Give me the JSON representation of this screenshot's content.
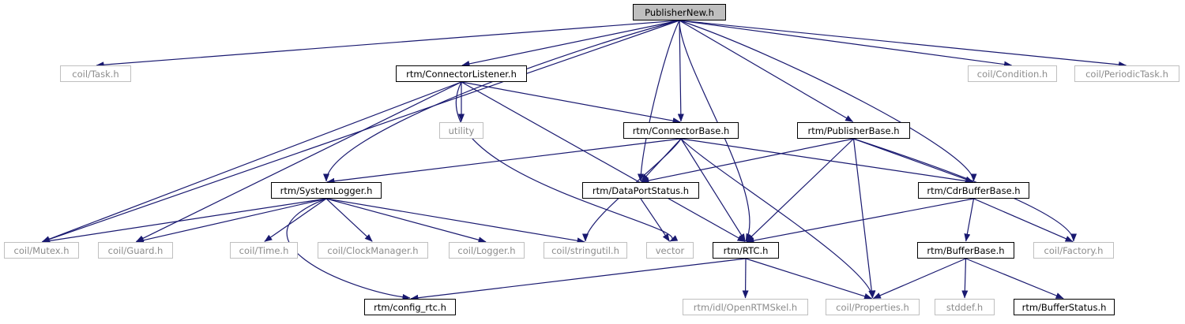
{
  "diagram": {
    "edge_color": "#191970",
    "root_fill": "#bfbfbf",
    "external_border": "#bfbfbf",
    "external_text": "#8c8c8c",
    "nodes": {
      "publishernew_h": "PublisherNew.h",
      "coil_task_h": "coil/Task.h",
      "rtm_connectorlistener_h": "rtm/ConnectorListener.h",
      "coil_condition_h": "coil/Condition.h",
      "coil_periodictask_h": "coil/PeriodicTask.h",
      "utility": "utility",
      "rtm_connectorbase_h": "rtm/ConnectorBase.h",
      "rtm_publisherbase_h": "rtm/PublisherBase.h",
      "rtm_systemlogger_h": "rtm/SystemLogger.h",
      "rtm_dataportstatus_h": "rtm/DataPortStatus.h",
      "rtm_cdrbufferbase_h": "rtm/CdrBufferBase.h",
      "coil_mutex_h": "coil/Mutex.h",
      "coil_guard_h": "coil/Guard.h",
      "coil_time_h": "coil/Time.h",
      "coil_clockmanager_h": "coil/ClockManager.h",
      "coil_logger_h": "coil/Logger.h",
      "coil_stringutil_h": "coil/stringutil.h",
      "vector": "vector",
      "rtm_rtc_h": "rtm/RTC.h",
      "rtm_bufferbase_h": "rtm/BufferBase.h",
      "coil_factory_h": "coil/Factory.h",
      "rtm_config_rtc_h": "rtm/config_rtc.h",
      "rtm_idl_openrtmskel_h": "rtm/idl/OpenRTMSkel.h",
      "coil_properties_h": "coil/Properties.h",
      "stddef_h": "stddef.h",
      "rtm_bufferstatus_h": "rtm/BufferStatus.h"
    },
    "edges": [
      [
        "publishernew_h",
        "coil_task_h"
      ],
      [
        "publishernew_h",
        "rtm_connectorlistener_h"
      ],
      [
        "publishernew_h",
        "coil_mutex_h"
      ],
      [
        "publishernew_h",
        "rtm_systemlogger_h"
      ],
      [
        "publishernew_h",
        "rtm_dataportstatus_h"
      ],
      [
        "publishernew_h",
        "rtm_connectorbase_h"
      ],
      [
        "publishernew_h",
        "rtm_rtc_h"
      ],
      [
        "publishernew_h",
        "rtm_publisherbase_h"
      ],
      [
        "publishernew_h",
        "rtm_cdrbufferbase_h"
      ],
      [
        "publishernew_h",
        "coil_condition_h"
      ],
      [
        "publishernew_h",
        "coil_periodictask_h"
      ],
      [
        "rtm_connectorlistener_h",
        "utility"
      ],
      [
        "rtm_connectorlistener_h",
        "coil_mutex_h"
      ],
      [
        "rtm_connectorlistener_h",
        "coil_guard_h"
      ],
      [
        "rtm_connectorlistener_h",
        "vector"
      ],
      [
        "rtm_connectorlistener_h",
        "rtm_rtc_h"
      ],
      [
        "rtm_connectorlistener_h",
        "rtm_connectorbase_h"
      ],
      [
        "rtm_connectorbase_h",
        "rtm_systemlogger_h"
      ],
      [
        "rtm_connectorbase_h",
        "coil_stringutil_h"
      ],
      [
        "rtm_connectorbase_h",
        "rtm_dataportstatus_h"
      ],
      [
        "rtm_connectorbase_h",
        "rtm_rtc_h"
      ],
      [
        "rtm_connectorbase_h",
        "coil_properties_h"
      ],
      [
        "rtm_connectorbase_h",
        "rtm_cdrbufferbase_h"
      ],
      [
        "rtm_publisherbase_h",
        "rtm_dataportstatus_h"
      ],
      [
        "rtm_publisherbase_h",
        "rtm_rtc_h"
      ],
      [
        "rtm_publisherbase_h",
        "coil_properties_h"
      ],
      [
        "rtm_publisherbase_h",
        "rtm_cdrbufferbase_h"
      ],
      [
        "rtm_publisherbase_h",
        "coil_factory_h"
      ],
      [
        "rtm_systemlogger_h",
        "coil_mutex_h"
      ],
      [
        "rtm_systemlogger_h",
        "coil_guard_h"
      ],
      [
        "rtm_systemlogger_h",
        "rtm_config_rtc_h"
      ],
      [
        "rtm_systemlogger_h",
        "coil_time_h"
      ],
      [
        "rtm_systemlogger_h",
        "coil_clockmanager_h"
      ],
      [
        "rtm_systemlogger_h",
        "coil_logger_h"
      ],
      [
        "rtm_systemlogger_h",
        "coil_stringutil_h"
      ],
      [
        "rtm_dataportstatus_h",
        "vector"
      ],
      [
        "rtm_cdrbufferbase_h",
        "rtm_rtc_h"
      ],
      [
        "rtm_cdrbufferbase_h",
        "rtm_bufferbase_h"
      ],
      [
        "rtm_cdrbufferbase_h",
        "coil_factory_h"
      ],
      [
        "rtm_rtc_h",
        "rtm_config_rtc_h"
      ],
      [
        "rtm_rtc_h",
        "rtm_idl_openrtmskel_h"
      ],
      [
        "rtm_rtc_h",
        "coil_properties_h"
      ],
      [
        "rtm_bufferbase_h",
        "coil_properties_h"
      ],
      [
        "rtm_bufferbase_h",
        "stddef_h"
      ],
      [
        "rtm_bufferbase_h",
        "rtm_bufferstatus_h"
      ]
    ]
  }
}
